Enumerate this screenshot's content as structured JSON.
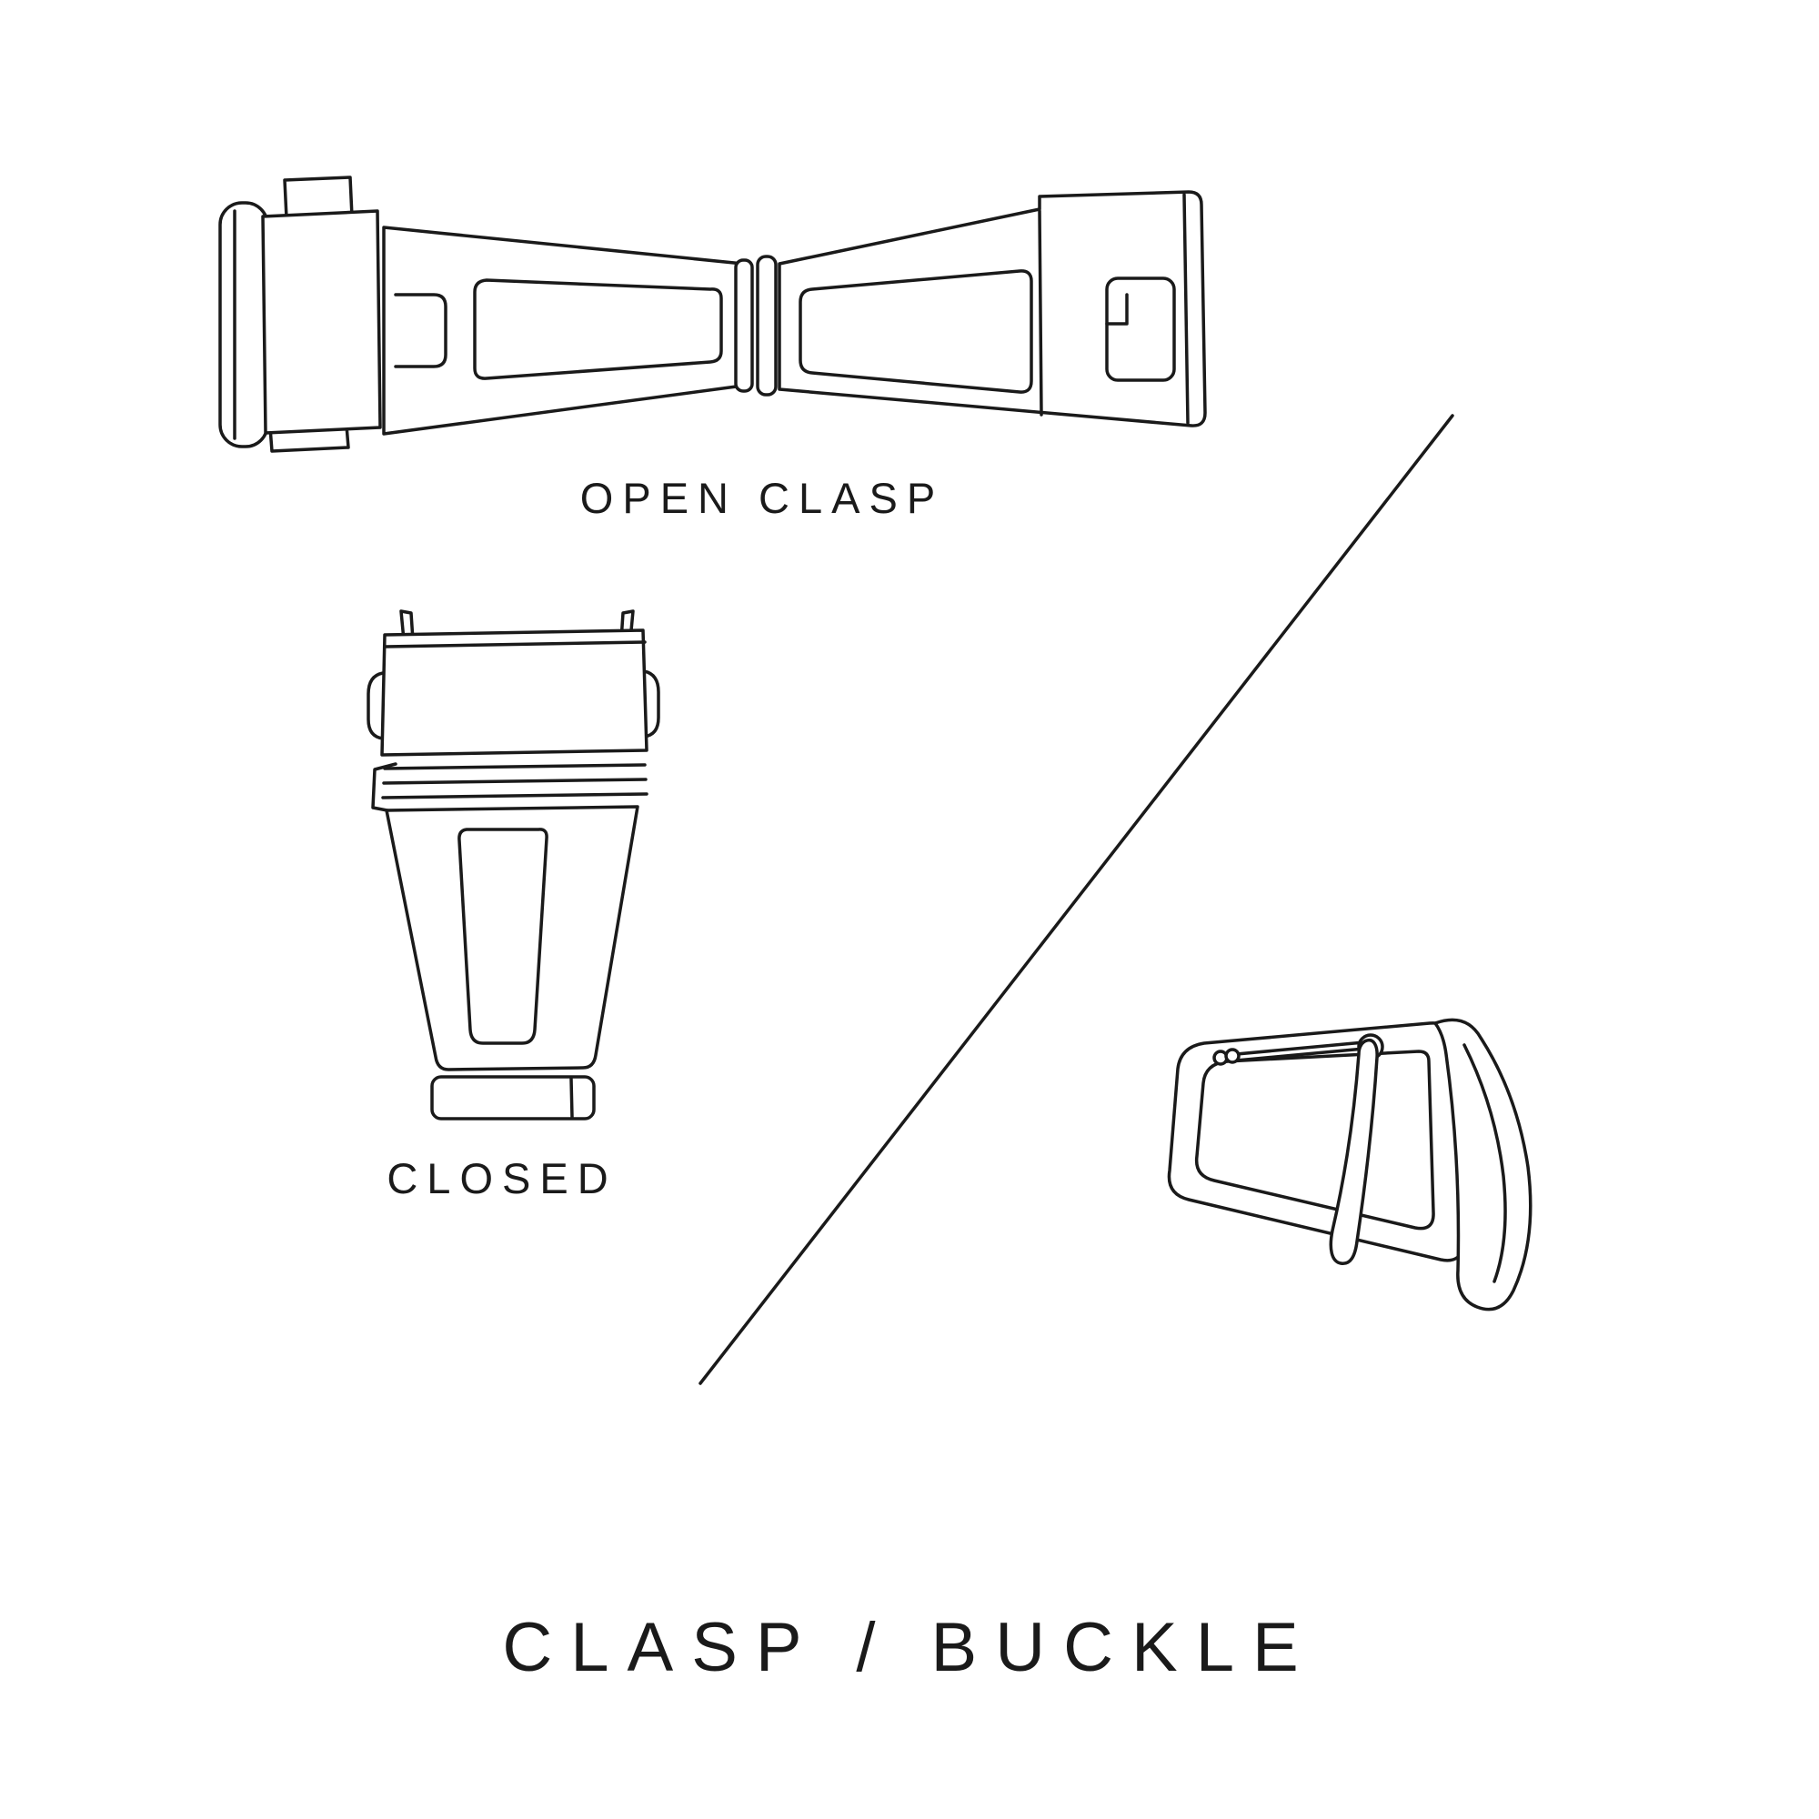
{
  "title": "CLASP / BUCKLE",
  "captions": {
    "open_clasp": "OPEN CLASP",
    "closed_clasp": "CLOSED"
  },
  "colors": {
    "background": "#ffffff",
    "line": "#1a1a1a",
    "text": "#1a1a1a"
  },
  "illustrations": [
    "open-clasp-illustration",
    "closed-clasp-illustration",
    "tang-buckle-illustration"
  ],
  "divider": "diagonal-line"
}
